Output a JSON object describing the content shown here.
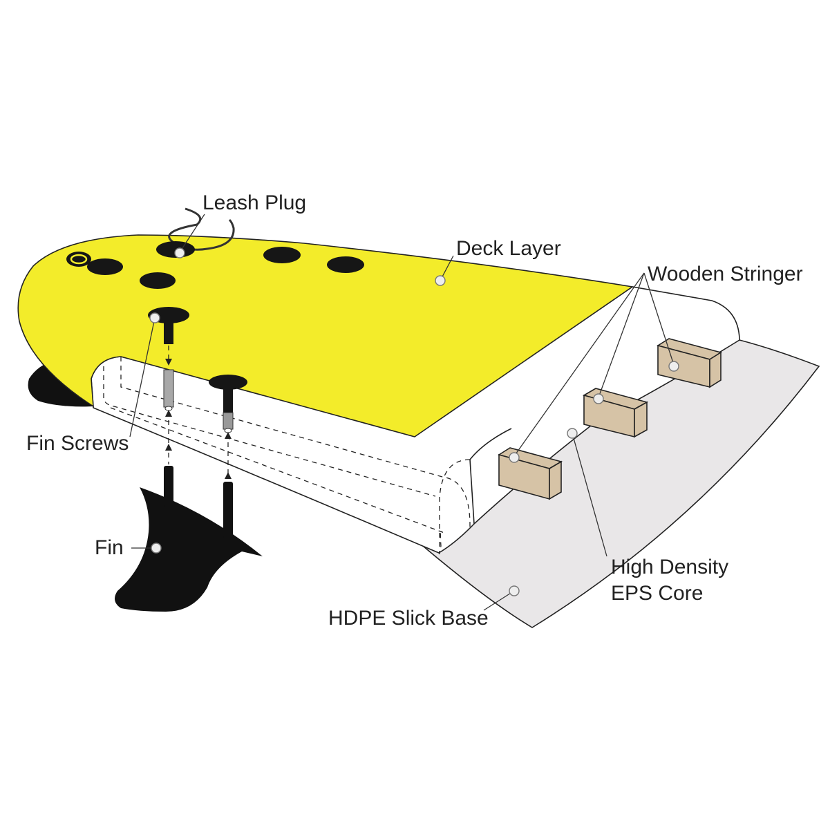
{
  "labels": {
    "leash_plug": "Leash Plug",
    "deck_layer": "Deck Layer",
    "wooden_stringer": "Wooden Stringer",
    "fin_screws": "Fin Screws",
    "fin": "Fin",
    "high_density_line1": "High Density",
    "high_density_line2": "EPS Core",
    "hdpe_slick_base": "HDPE Slick Base"
  },
  "colors": {
    "deck": "#f3ec2a",
    "core": "#ffffff",
    "base": "#e9e7e8",
    "stringer": "#d6c3a6",
    "fin": "#111111",
    "plug": "#161616"
  }
}
